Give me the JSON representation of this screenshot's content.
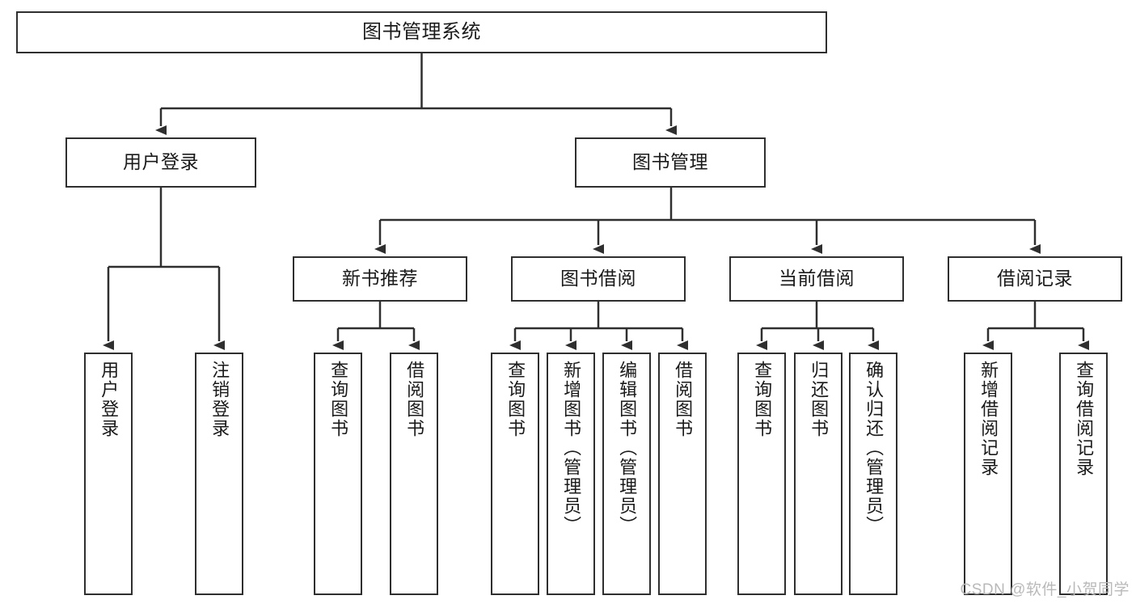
{
  "diagram": {
    "title": "图书管理系统",
    "type": "tree-structure-chart",
    "colors": {
      "box_border": "#2f2f2f",
      "box_fill": "#ffffff",
      "connector": "#2f2f2f",
      "text": "#1a1a1a",
      "watermark": "#b9b9b9",
      "background": "#ffffff"
    }
  },
  "nodes": {
    "root": {
      "label": "图书管理系统"
    },
    "level2": [
      {
        "id": "user-login",
        "label": "用户登录"
      },
      {
        "id": "book-management",
        "label": "图书管理"
      }
    ],
    "level3": [
      {
        "id": "new-book-recommend",
        "label": "新书推荐"
      },
      {
        "id": "book-borrow",
        "label": "图书借阅"
      },
      {
        "id": "current-borrow",
        "label": "当前借阅"
      },
      {
        "id": "borrow-record",
        "label": "借阅记录"
      }
    ],
    "leaves": {
      "user-login": [
        {
          "id": "leaf-user-login",
          "label": "用户登录"
        },
        {
          "id": "leaf-user-logout",
          "label": "注销登录"
        }
      ],
      "new-book-recommend": [
        {
          "id": "leaf-query-book-1",
          "label": "查询图书"
        },
        {
          "id": "leaf-borrow-book-1",
          "label": "借阅图书"
        }
      ],
      "book-borrow": [
        {
          "id": "leaf-query-book-2",
          "label": "查询图书"
        },
        {
          "id": "leaf-add-book",
          "label": "新增图书（管理员）"
        },
        {
          "id": "leaf-edit-book",
          "label": "编辑图书（管理员）"
        },
        {
          "id": "leaf-borrow-book-2",
          "label": "借阅图书"
        }
      ],
      "current-borrow": [
        {
          "id": "leaf-query-book-3",
          "label": "查询图书"
        },
        {
          "id": "leaf-return-book",
          "label": "归还图书"
        },
        {
          "id": "leaf-confirm-return",
          "label": "确认归还（管理员）"
        }
      ],
      "borrow-record": [
        {
          "id": "leaf-add-record",
          "label": "新增借阅记录"
        },
        {
          "id": "leaf-query-record",
          "label": "查询借阅记录"
        }
      ]
    }
  },
  "watermark": {
    "text": "CSDN @软件_小贺同学"
  }
}
